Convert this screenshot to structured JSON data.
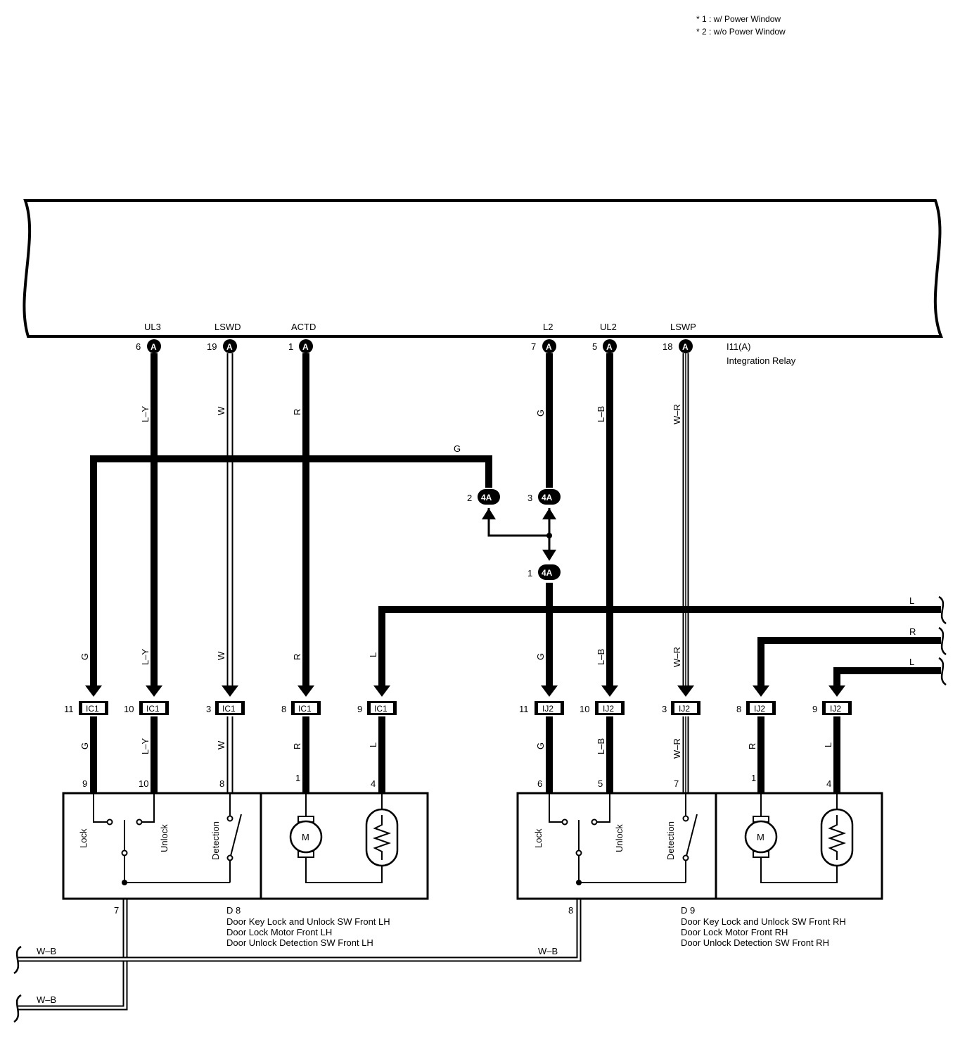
{
  "notes": [
    "* 1 : w/ Power Window",
    "* 2 : w/o Power Window"
  ],
  "relay": {
    "code": "I11(A)",
    "name": "Integration Relay",
    "terminals": [
      {
        "signal": "UL3",
        "pin": "6",
        "conn": "A",
        "wire": "L–Y"
      },
      {
        "signal": "LSWD",
        "pin": "19",
        "conn": "A",
        "wire": "W"
      },
      {
        "signal": "ACTD",
        "pin": "1",
        "conn": "A",
        "wire": "R"
      },
      {
        "signal": "L2",
        "pin": "7",
        "conn": "A",
        "wire": "G"
      },
      {
        "signal": "UL2",
        "pin": "5",
        "conn": "A",
        "wire": "L–B"
      },
      {
        "signal": "LSWP",
        "pin": "18",
        "conn": "A",
        "wire": "W–R"
      }
    ]
  },
  "junction": {
    "name": "4A",
    "pins": [
      "2",
      "3",
      "1"
    ],
    "wire_top": "G"
  },
  "left_connectors": [
    {
      "pin": "11",
      "code": "IC1",
      "wire": "G"
    },
    {
      "pin": "10",
      "code": "IC1",
      "wire": "L–Y"
    },
    {
      "pin": "3",
      "code": "IC1",
      "wire": "W"
    },
    {
      "pin": "8",
      "code": "IC1",
      "wire": "R"
    },
    {
      "pin": "9",
      "code": "IC1",
      "wire": "L"
    }
  ],
  "right_connectors": [
    {
      "pin": "11",
      "code": "IJ2",
      "wire": "G"
    },
    {
      "pin": "10",
      "code": "IJ2",
      "wire": "L–B"
    },
    {
      "pin": "3",
      "code": "IJ2",
      "wire": "W–R"
    },
    {
      "pin": "8",
      "code": "IJ2",
      "wire": "R"
    },
    {
      "pin": "9",
      "code": "IJ2",
      "wire": "L"
    }
  ],
  "right_feeds": [
    "L",
    "R",
    "L"
  ],
  "left_component": {
    "code": "D 8",
    "names": [
      "Door Key Lock and Unlock SW Front LH",
      "Door Lock Motor Front LH",
      "Door Unlock Detection SW Front LH"
    ],
    "pins": [
      "9",
      "10",
      "8",
      "1",
      "4"
    ],
    "ground_pin": "7"
  },
  "right_component": {
    "code": "D 9",
    "names": [
      "Door Key Lock and Unlock SW Front RH",
      "Door Lock Motor Front RH",
      "Door Unlock Detection SW Front RH"
    ],
    "pins": [
      "6",
      "5",
      "7",
      "1",
      "4"
    ],
    "ground_pin": "8"
  },
  "switch_labels": {
    "lock": "Lock",
    "unlock": "Unlock",
    "detection": "Detection",
    "motor": "M"
  },
  "ground_wires": [
    "W–B",
    "W–B",
    "W–B"
  ]
}
